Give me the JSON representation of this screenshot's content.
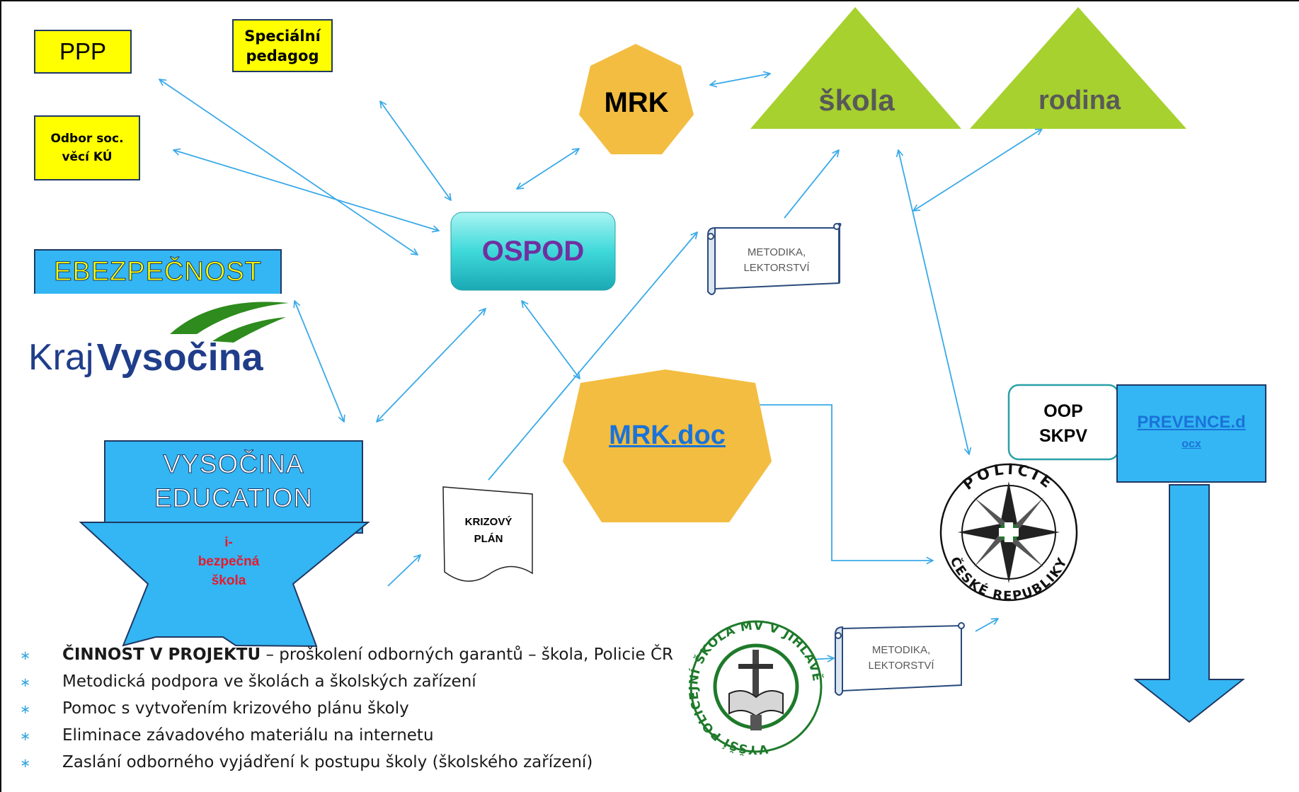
{
  "colors": {
    "yellow": "#ffff00",
    "blue": "#33b6f3",
    "teal": "#3cd6d8",
    "orange": "#f3bd41",
    "green": "#a6d12e",
    "arrow": "#3aa9e8",
    "purple": "#7030a0",
    "red": "#e8192c",
    "link": "#1a73d9"
  },
  "nodes": {
    "ppp": "PPP",
    "special_pedagog": [
      "Speciální",
      "pedagog"
    ],
    "odbor": [
      "Odbor soc.",
      "věcí KÚ"
    ],
    "ebezpecnost": "EBEZPEČNOST",
    "kraj_logo_text_1": "Kraj",
    "kraj_logo_text_2": "Vysočina",
    "ospod": "OSPOD",
    "mrk": "MRK",
    "skola": "škola",
    "rodina": "rodina",
    "metodika_1": [
      "METODIKA,",
      "LEKTORSTVÍ"
    ],
    "metodika_2": [
      "METODIKA,",
      "LEKTORSTVÍ"
    ],
    "mrk_doc": "MRK.doc",
    "vysocina_education": [
      "VYSOČINA",
      "EDUCATION"
    ],
    "i_bezpecna": [
      "i-",
      "bezpečná",
      "škola"
    ],
    "krizovy_plan": [
      "KRIZOVÝ",
      "PLÁN"
    ],
    "oop": [
      "OOP",
      "SKPV"
    ],
    "prevence": [
      "PREVENCE.d",
      "ocx"
    ],
    "policie_seal": {
      "top": "POLICIE",
      "bottom": "ČESKÉ REPUBLIKY"
    },
    "vps_seal": "VYŠŠÍ POLICEJNÍ ŠKOLA MV V JIHLAVĚ"
  },
  "bullets": [
    {
      "bold": "ČINNOST V PROJEKTU",
      "text": " – proškolení odborných garantů – škola, Policie ČR"
    },
    {
      "bold": "",
      "text": "Metodická podpora ve školách a školských zařízení"
    },
    {
      "bold": "",
      "text": "Pomoc s vytvořením krizového plánu školy"
    },
    {
      "bold": "",
      "text": "Eliminace závadového materiálu na internetu"
    },
    {
      "bold": "",
      "text": "Zaslání odborného vyjádření k postupu školy (školského zařízení)"
    }
  ]
}
